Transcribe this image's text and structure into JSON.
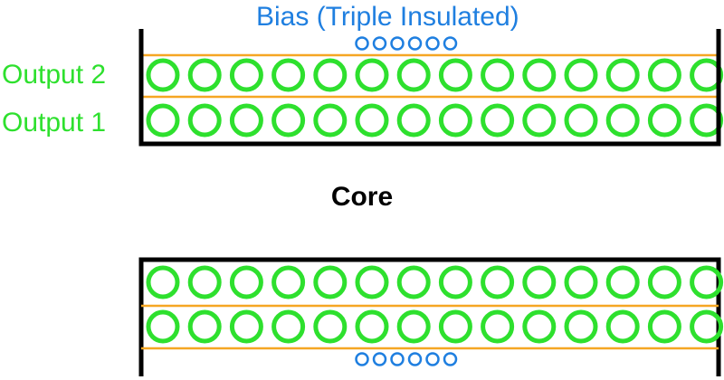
{
  "labels": {
    "bias": "Bias (Triple Insulated)",
    "output2": "Output 2",
    "output1": "Output 1",
    "core": "Core"
  },
  "colors": {
    "output_winding": "#2ee02e",
    "bias_winding": "#1f7fe0",
    "insulation_tape": "#f5a623",
    "bobbin": "#000000"
  },
  "windings": {
    "output_turns_per_layer": 14,
    "bias_turns": 6
  }
}
